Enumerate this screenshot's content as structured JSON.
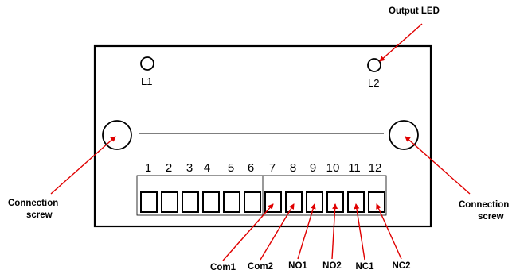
{
  "labels": {
    "output_led": "Output LED",
    "l1": "L1",
    "l2": "L2",
    "connection_left_1": "Connection",
    "connection_left_2": "screw",
    "connection_right_1": "Connection",
    "connection_right_2": "screw"
  },
  "terminals": [
    {
      "number": "1",
      "signal": ""
    },
    {
      "number": "2",
      "signal": ""
    },
    {
      "number": "3",
      "signal": ""
    },
    {
      "number": "4",
      "signal": ""
    },
    {
      "number": "5",
      "signal": ""
    },
    {
      "number": "6",
      "signal": ""
    },
    {
      "number": "7",
      "signal": "Com1"
    },
    {
      "number": "8",
      "signal": "Com2"
    },
    {
      "number": "9",
      "signal": "NO1"
    },
    {
      "number": "10",
      "signal": "NO2"
    },
    {
      "number": "11",
      "signal": "NC1"
    },
    {
      "number": "12",
      "signal": "NC2"
    }
  ],
  "colors": {
    "arrow": "#e00000",
    "outline": "#000000",
    "rail": "#555555",
    "background": "#ffffff"
  }
}
